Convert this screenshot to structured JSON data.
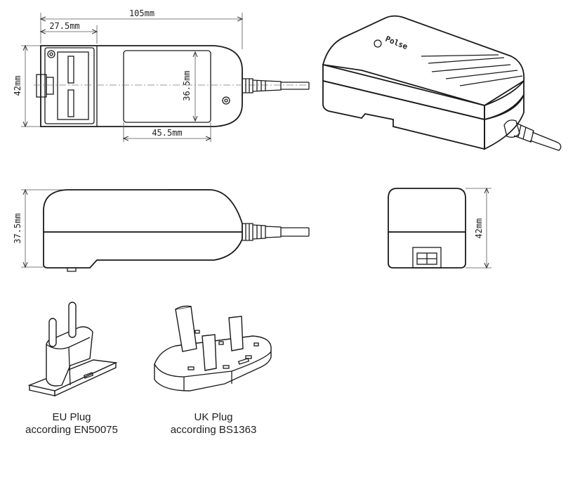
{
  "dimensions": {
    "length": "105mm",
    "plug_offset": "27.5mm",
    "width_top": "42mm",
    "label_height": "36.5mm",
    "label_width": "45.5mm",
    "height_side": "37.5mm",
    "width_end": "42mm"
  },
  "brand": "Polse",
  "plugs": {
    "eu": {
      "name": "EU Plug",
      "standard": "according EN50075"
    },
    "uk": {
      "name": "UK Plug",
      "standard": "according BS1363"
    }
  }
}
